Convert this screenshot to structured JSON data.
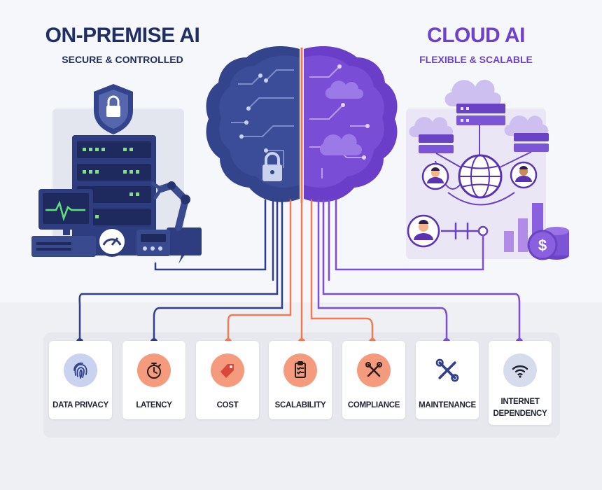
{
  "left": {
    "title": "ON-PREMISE AI",
    "subtitle": "SECURE & CONTROLLED",
    "color": "#1f2f66"
  },
  "right": {
    "title": "CLOUD AI",
    "subtitle": "FLEXIBLE & SCALABLE",
    "color": "#6f3fcf"
  },
  "colors": {
    "navy": "#2f3f8a",
    "purple": "#7c4dd8",
    "orange": "#f07a55",
    "pale_blue": "#c9d3ef",
    "pale_orange": "#f59b7d"
  },
  "factors": [
    {
      "label": "DATA PRIVACY",
      "icon": "fingerprint-icon"
    },
    {
      "label": "LATENCY",
      "icon": "stopwatch-icon"
    },
    {
      "label": "COST",
      "icon": "price-tag-icon"
    },
    {
      "label": "SCALABILITY",
      "icon": "checklist-icon"
    },
    {
      "label": "COMPLIANCE",
      "icon": "tools-icon"
    },
    {
      "label": "MAINTENANCE",
      "icon": "wrench-icon"
    },
    {
      "label_line1": "INTERNET",
      "label_line2": "DEPENDENCY",
      "icon": "wifi-icon"
    }
  ]
}
